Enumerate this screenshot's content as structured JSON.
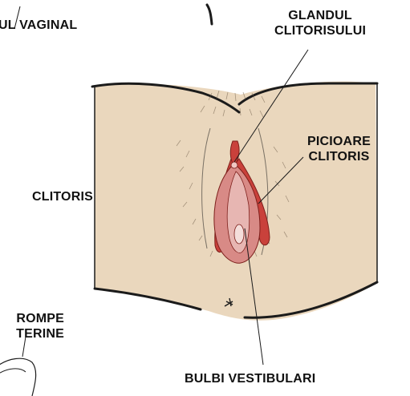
{
  "labels": {
    "vaginal": "UL VAGINAL",
    "glans": [
      "GLANDUL",
      "CLITORISULUI"
    ],
    "crura": [
      "PICIOARE",
      "CLITORIS"
    ],
    "clitoris": "CLITORIS",
    "tubes": [
      "ROMPE",
      "TERINE"
    ],
    "bulbs": "BULBI VESTIBULARI"
  },
  "colors": {
    "skin": "#ead7bd",
    "outline": "#1b1b1b",
    "tissue_red": "#c9413b",
    "tissue_pink": "#d88a86",
    "inner_pink": "#e7b6b2",
    "label_text": "#111111"
  }
}
